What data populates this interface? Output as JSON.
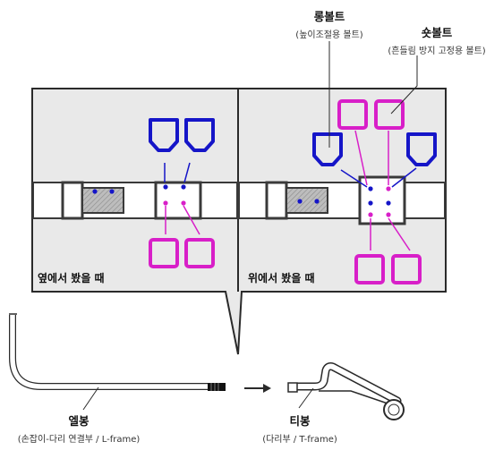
{
  "labels": {
    "long_bolt": {
      "title": "롱볼트",
      "subtitle": "(높이조절용 볼트)"
    },
    "short_bolt": {
      "title": "숏볼트",
      "subtitle": "(흔들림 방지 고정용 볼트)"
    },
    "side_view": "옆에서 봤을 때",
    "top_view": "위에서 봤을 때",
    "elbow": {
      "title": "엘봉",
      "subtitle": "(손잡이-다리 연결부 / L-frame)"
    },
    "tee": {
      "title": "티봉",
      "subtitle": "(다리부 / T-frame)"
    }
  },
  "colors": {
    "long_bolt": "#1515c8",
    "short_bolt": "#d81fc8",
    "frame": "#3a3a3a",
    "panel_fill": "#e9e9e9",
    "panel_stroke": "#2a2a2a"
  }
}
